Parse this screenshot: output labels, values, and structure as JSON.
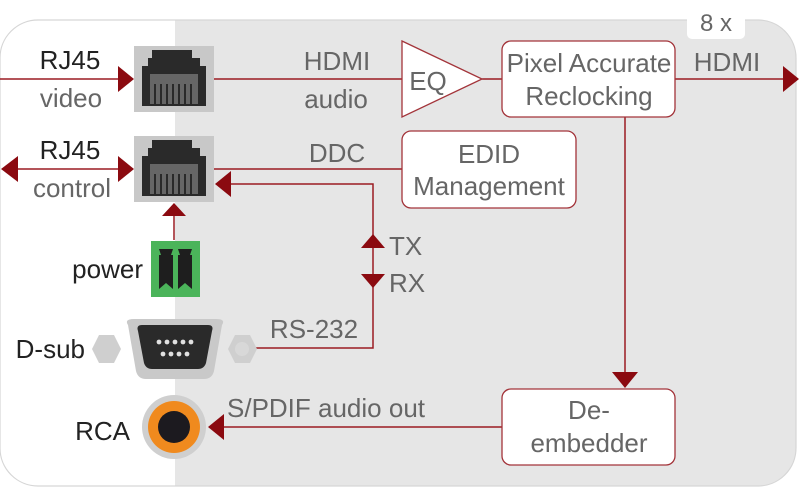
{
  "colors": {
    "line": "#9b1c22",
    "arrow": "#8b0a10",
    "panel_left": "#ffffff",
    "panel_right": "#e6e6e6",
    "panel_border": "#d2d2d2",
    "box_fill": "#ffffff",
    "box_border": "#a3343a",
    "text_dark": "#222222",
    "text_grey": "#666666",
    "port_bg": "#c8c8c8",
    "port_body": "#2a2a2a",
    "port_contacts": "#666666",
    "power_green": "#4bb45a",
    "rca_orange": "#f08a1e",
    "rca_ring": "#cfcfcf",
    "dsub_shell": "#c9c9c9"
  },
  "connectors": {
    "rj45_video": {
      "name": "RJ45",
      "sub": "video",
      "icon": "rj45-port-icon"
    },
    "rj45_control": {
      "name": "RJ45",
      "sub": "control",
      "icon": "rj45-port-icon"
    },
    "power": {
      "name": "power",
      "icon": "phoenix-power-connector-icon"
    },
    "dsub": {
      "name": "D-sub",
      "icon": "dsub-9-connector-icon"
    },
    "rca": {
      "name": "RCA",
      "icon": "rca-jack-icon"
    }
  },
  "signals": {
    "hdmi_audio_line1": "HDMI",
    "hdmi_audio_line2": "audio",
    "ddc": "DDC",
    "tx": "TX",
    "rx": "RX",
    "rs232": "RS-232",
    "spdif": "S/PDIF audio out",
    "hdmi_out": "HDMI",
    "hdmi_out_count": "8 x"
  },
  "blocks": {
    "eq": "EQ",
    "reclocking_line1": "Pixel Accurate",
    "reclocking_line2": "Reclocking",
    "edid_line1": "EDID",
    "edid_line2": "Management",
    "deembed_line1": "De-",
    "deembed_line2": "embedder"
  }
}
